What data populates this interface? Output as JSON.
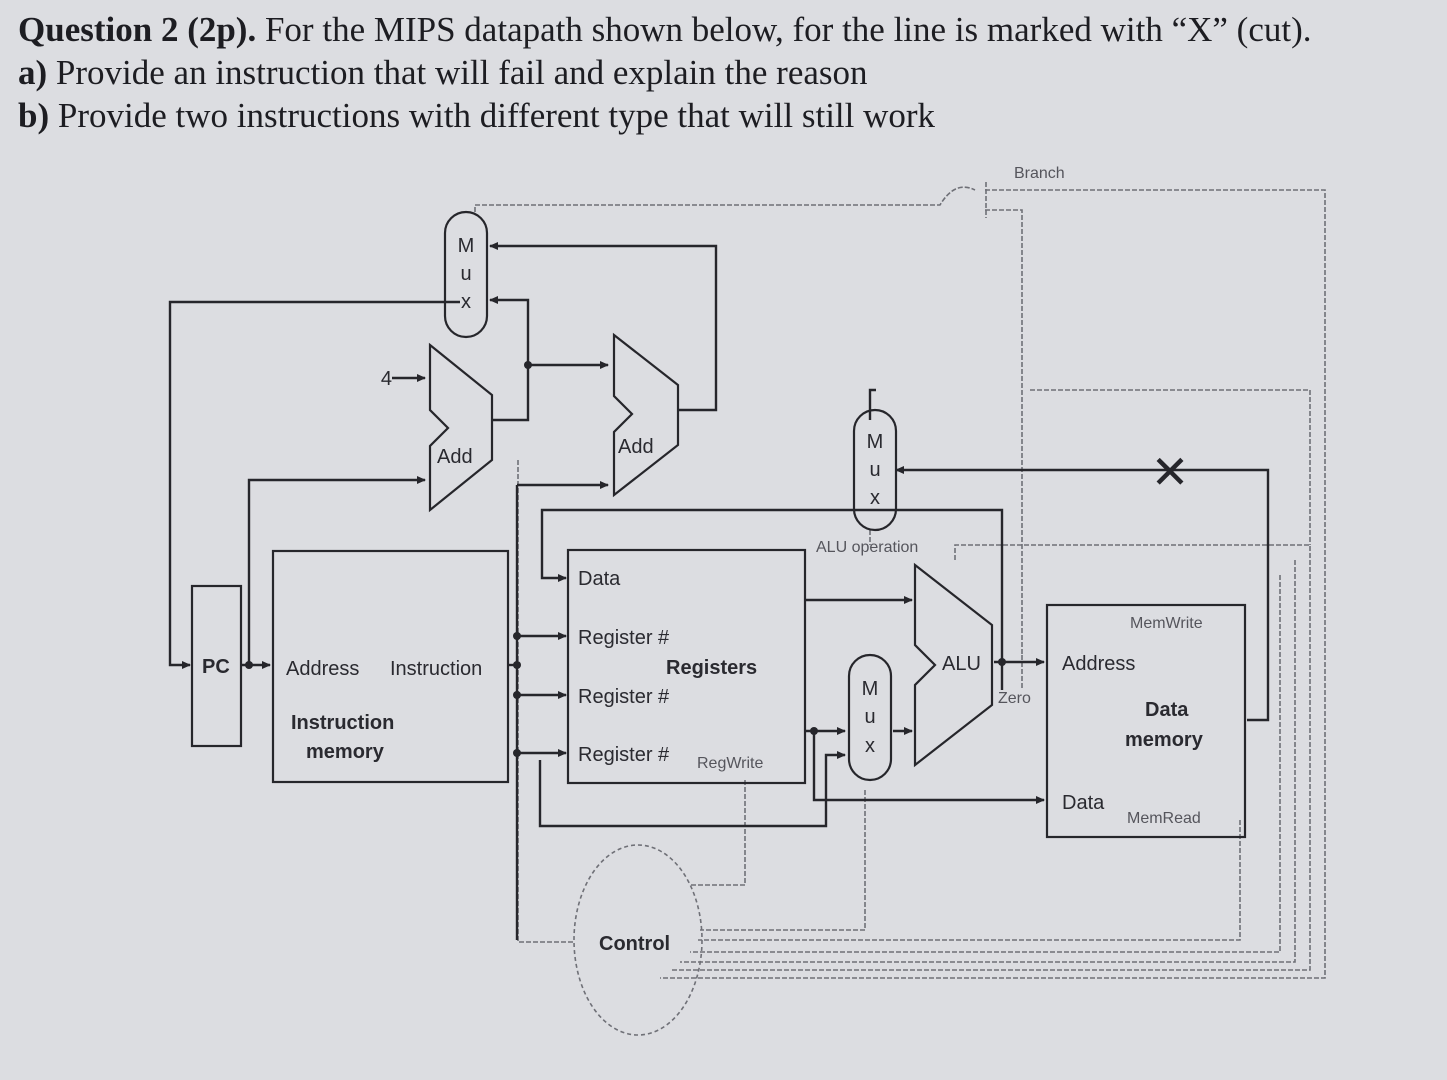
{
  "question": {
    "heading": "Question 2 (2p).",
    "intro": "For the MIPS datapath shown below, for the line is marked with “X” (cut).",
    "part_a_label": "a)",
    "part_a": "Provide an instruction that will fail and explain the reason",
    "part_b_label": "b)",
    "part_b": "Provide two instructions with different type that will still work"
  },
  "diagram": {
    "pc": "PC",
    "four": "4",
    "add1": "Add",
    "add2": "Add",
    "mux_letters": [
      "M",
      "u",
      "x"
    ],
    "imem_address": "Address",
    "imem_instruction": "Instruction",
    "imem_title1": "Instruction",
    "imem_title2": "memory",
    "reg_data": "Data",
    "reg_r1": "Register #",
    "reg_r2": "Register #",
    "reg_r3": "Register #",
    "reg_title": "Registers",
    "reg_write": "RegWrite",
    "alu": "ALU",
    "alu_op": "ALU operation",
    "zero": "Zero",
    "branch": "Branch",
    "dmem_address": "Address",
    "dmem_data": "Data",
    "dmem_title1": "Data",
    "dmem_title2": "memory",
    "mem_write": "MemWrite",
    "mem_read": "MemRead",
    "control": "Control",
    "cut_mark": "✕"
  }
}
